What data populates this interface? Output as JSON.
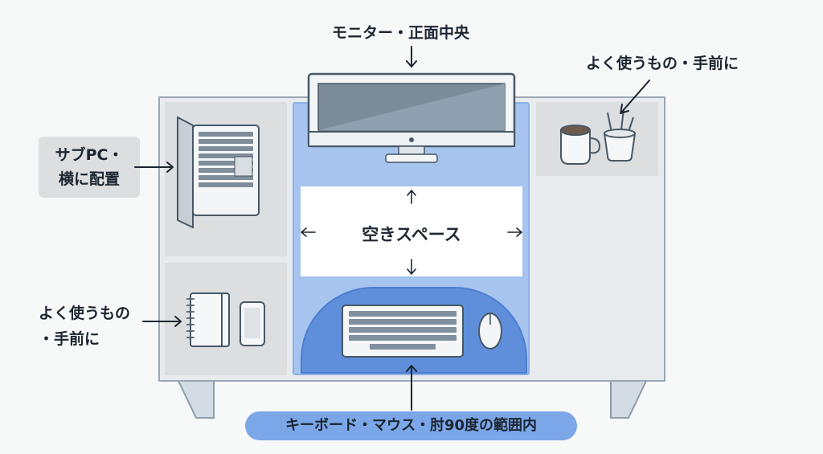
{
  "labels": {
    "monitor": "モニター・正面中央",
    "top_right": "よく使うもの・手前に",
    "sub_pc_line1": "サブPC・",
    "sub_pc_line2": "横に配置",
    "left_bottom_line1": "よく使うもの",
    "left_bottom_line2": "・手前に",
    "free_space": "空きスペース",
    "keyboard_mouse": "キーボード・マウス・肘90度の範囲内"
  },
  "icons": [
    "monitor-icon",
    "laptop-icon",
    "notebook-icon",
    "phone-icon",
    "mug-icon",
    "pen-cup-icon",
    "keyboard-icon",
    "mouse-icon"
  ],
  "colors": {
    "desk": "#e8ebee",
    "zone_gray": "#dcdedf",
    "center_blue": "#a6c4ee",
    "mousepad_blue": "#5f8fdb",
    "pill_blue": "#7ba7e8"
  }
}
